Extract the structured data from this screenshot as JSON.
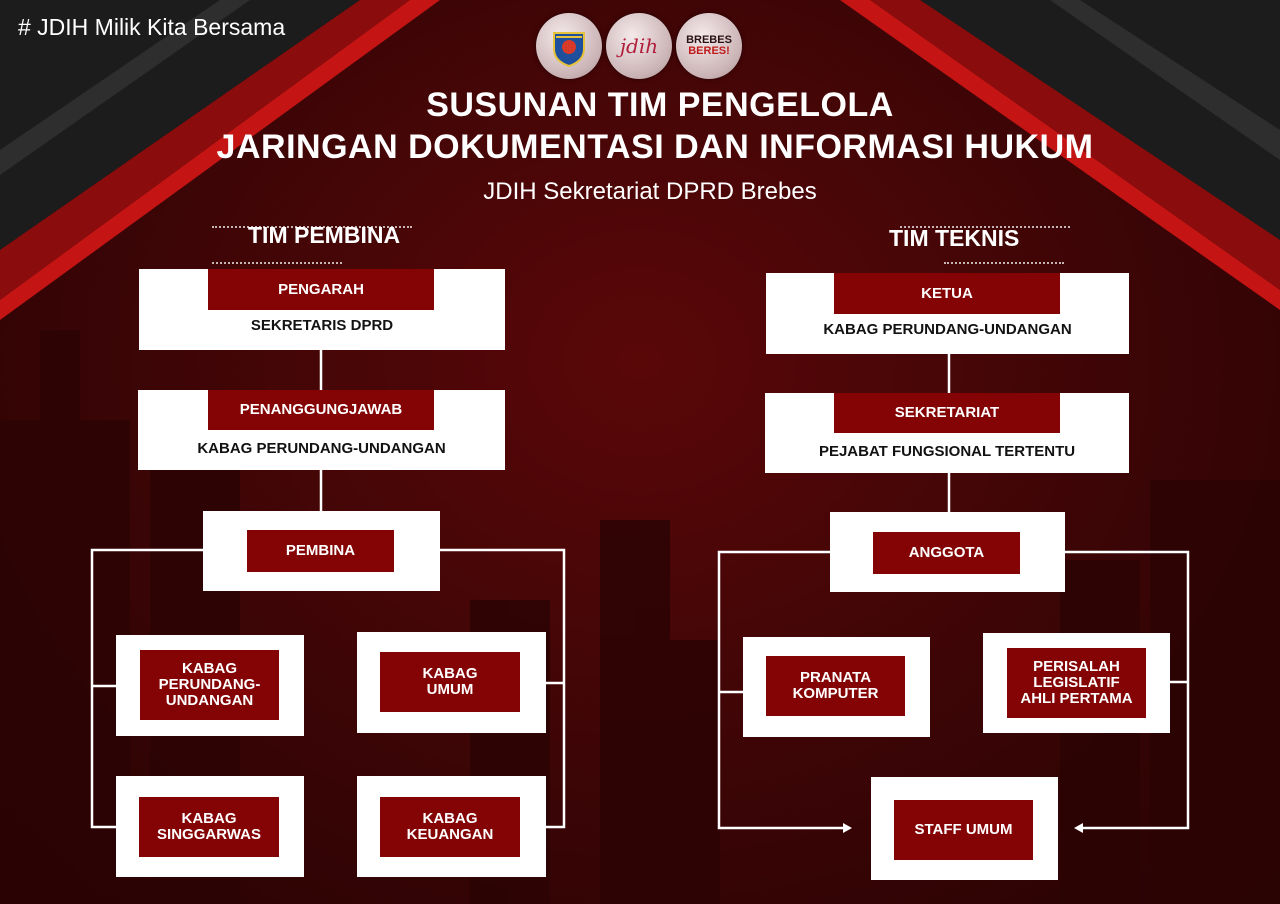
{
  "hashtag": "# JDIH Milik Kita Bersama",
  "logos": [
    "seal-logo",
    "jdih-logo",
    "brebes-beres-logo"
  ],
  "logo_text": {
    "jdih": "jdih",
    "brebes": "BREBES",
    "beres": "BERES!"
  },
  "title_line1": "SUSUNAN TIM PENGELOLA",
  "title_line2": "JARINGAN DOKUMENTASI DAN INFORMASI HUKUM",
  "subtitle": "JDIH Sekretariat DPRD Brebes",
  "colors": {
    "accent": "#840405",
    "background": "#3c0506",
    "box": "#ffffff"
  },
  "pembina": {
    "heading": "TIM PEMBINA",
    "pengarah": {
      "label": "PENGARAH",
      "name": "SEKRETARIS DPRD"
    },
    "penanggungjawab": {
      "label": "PENANGGUNGJAWAB",
      "name": "KABAG PERUNDANG-UNDANGAN"
    },
    "pembina": {
      "label": "PEMBINA"
    },
    "members": {
      "perundangan": "KABAG PERUNDANG-UNDANGAN",
      "umum": "KABAG UMUM",
      "singgarwas": "KABAG SINGGARWAS",
      "keuangan": "KABAG KEUANGAN"
    }
  },
  "teknis": {
    "heading": "TIM TEKNIS",
    "ketua": {
      "label": "KETUA",
      "name": "KABAG PERUNDANG-UNDANGAN"
    },
    "sekretariat": {
      "label": "SEKRETARIAT",
      "name": "PEJABAT FUNGSIONAL TERTENTU"
    },
    "anggota": {
      "label": "ANGGOTA"
    },
    "members": {
      "pranata": "PRANATA KOMPUTER",
      "perisalah": "PERISALAH LEGISLATIF AHLI PERTAMA",
      "staff": "STAFF UMUM"
    }
  }
}
